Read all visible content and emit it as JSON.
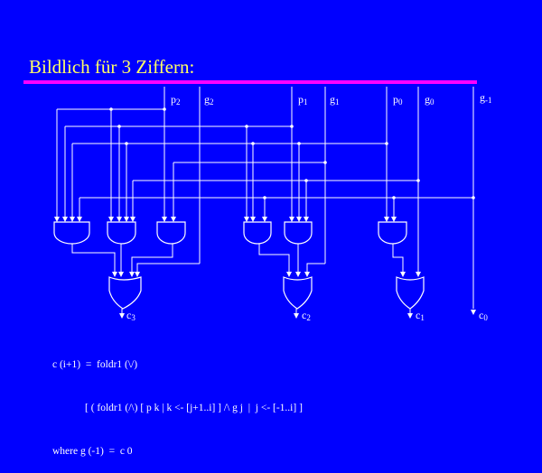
{
  "slide": {
    "title": "Bildlich für 3 Ziffern:",
    "background": "#0000ff",
    "title_color": "#ffff66",
    "rule_color": "#ff00ff"
  },
  "inputs": [
    {
      "base": "p",
      "sub": "2"
    },
    {
      "base": "g",
      "sub": "2"
    },
    {
      "base": "p",
      "sub": "1"
    },
    {
      "base": "g",
      "sub": "1"
    },
    {
      "base": "p",
      "sub": "0"
    },
    {
      "base": "g",
      "sub": "0"
    },
    {
      "base": "g",
      "sub": "-1"
    }
  ],
  "outputs": [
    {
      "base": "c",
      "sub": "3"
    },
    {
      "base": "c",
      "sub": "2"
    },
    {
      "base": "c",
      "sub": "1"
    },
    {
      "base": "c",
      "sub": "0"
    }
  ],
  "formula": {
    "line1": "c (i+1)  =  foldr1 (\\/)",
    "line2": "[ ( foldr1 (/\\) [ p k | k <- [j+1..i] ] /\\ g j  |  j <- [-1..i] ]",
    "line3": "where g (-1)  =  c 0"
  }
}
